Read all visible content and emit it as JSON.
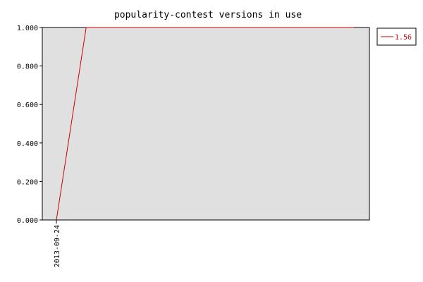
{
  "chart_data": {
    "type": "line",
    "title": "popularity-contest versions in use",
    "xlabel": "",
    "ylabel": "",
    "x_tick_labels": [
      "2013-09-24"
    ],
    "y_tick_labels": [
      "0.000",
      "0.200",
      "0.400",
      "0.600",
      "0.800",
      "1.000"
    ],
    "ylim": [
      0,
      1
    ],
    "grid": false,
    "legend_position": "top-right",
    "plot_background": "#e0e0e0",
    "series": [
      {
        "name": "1.56",
        "color": "#cc0000",
        "points": [
          {
            "x": "2013-09-24",
            "y": 0.0
          },
          {
            "x": "2013-09-25",
            "y": 1.0
          },
          {
            "x": "2013-10-04",
            "y": 1.0
          }
        ]
      }
    ]
  }
}
